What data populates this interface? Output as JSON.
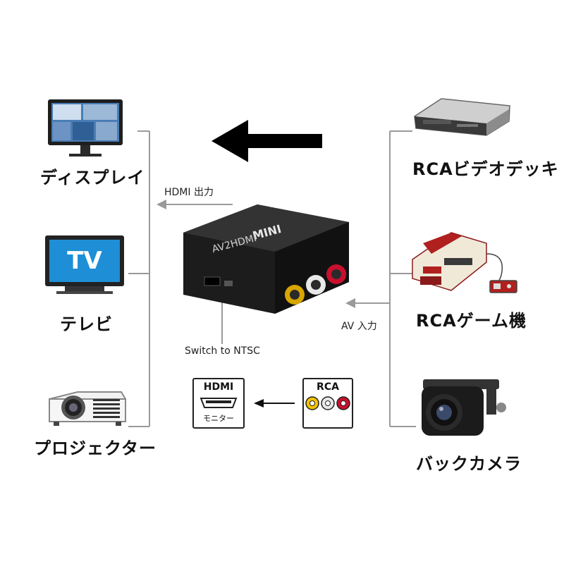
{
  "left_devices": [
    {
      "id": "display",
      "label": "ディスプレイ"
    },
    {
      "id": "tv",
      "label": "テレビ",
      "screen_text": "TV"
    },
    {
      "id": "projector",
      "label": "プロジェクター"
    }
  ],
  "right_devices": [
    {
      "id": "vcr",
      "label": "RCAビデオデッキ"
    },
    {
      "id": "game",
      "label": "RCAゲーム機"
    },
    {
      "id": "camera",
      "label": "バックカメラ"
    }
  ],
  "flow": {
    "hdmi_output": "HDMI 出力",
    "av_input": "AV 入力",
    "switch_note": "Switch to NTSC"
  },
  "converter": {
    "brand": "MINI",
    "model": "AV2HDMI"
  },
  "legend": {
    "hdmi_title": "HDMI",
    "hdmi_caption": "モニター",
    "rca_title": "RCA"
  },
  "colors": {
    "line": "#9a9a9a",
    "arrow": "#000000",
    "rca_yellow": "#f2c200",
    "rca_white": "#e8e8e8",
    "rca_red": "#c8102e"
  }
}
